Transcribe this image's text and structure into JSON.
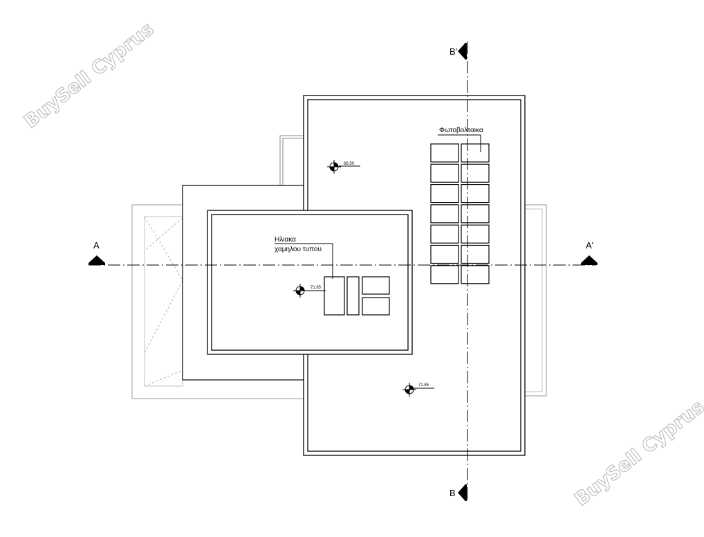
{
  "plan": {
    "section_a": "A",
    "section_a_prime": "A'",
    "section_b": "B",
    "section_b_prime": "B'",
    "pv_label": "Φωτοβολταικα",
    "solar_label_line1": "Ηλιακα",
    "solar_label_line2": "χαμηλου τυπου",
    "level_upper": "68.50",
    "level_roof": "71.85",
    "level_lower": "71.85"
  },
  "watermark": {
    "text_top_left": "BuySell Cyprus",
    "text_bottom_right": "BuySell Cyprus",
    "color": "#b9b9b9"
  },
  "colors": {
    "line": "#000000",
    "faint_line": "#9a9a9a",
    "background": "#ffffff"
  },
  "icons": {
    "section_marker": "filled-triangle",
    "level_marker": "crosshair-target"
  }
}
